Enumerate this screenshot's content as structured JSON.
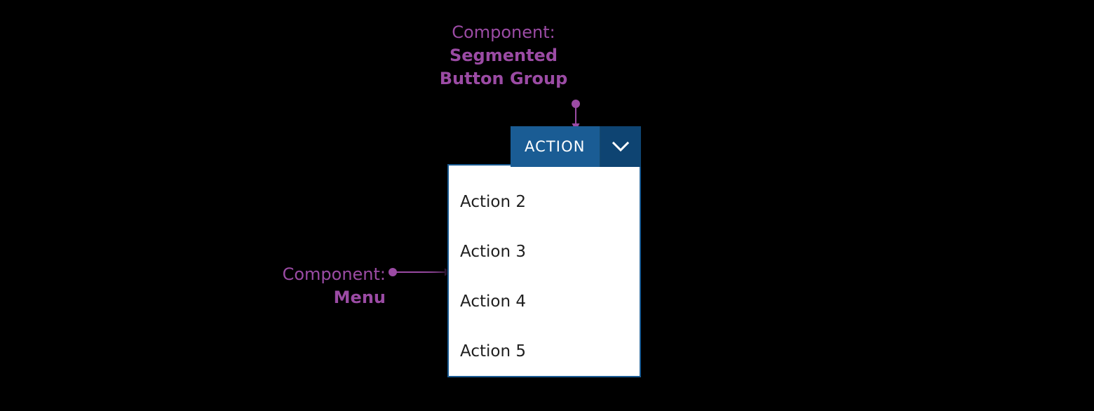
{
  "canvas": {
    "background": "#000000",
    "accent_purple": "#9B4BA4",
    "button_blue": "#1A5C94",
    "toggle_blue": "#0E4472",
    "menu_background": "#FFFFFF",
    "menu_border": "#1A5C94",
    "menu_text": "#1F1F1F"
  },
  "annotations": {
    "segmented_button_group": {
      "lead": "Component:",
      "name": "Segmented Button Group",
      "pointer": "arrow-down"
    },
    "menu": {
      "lead": "Component:",
      "name": "Menu",
      "pointer": "arrow-right"
    }
  },
  "segmented_button": {
    "main_label": "ACTION",
    "toggle_icon": "chevron-down-icon",
    "expanded": true
  },
  "menu": {
    "items": [
      {
        "label": "Action 2"
      },
      {
        "label": "Action 3"
      },
      {
        "label": "Action 4"
      },
      {
        "label": "Action 5"
      }
    ]
  }
}
